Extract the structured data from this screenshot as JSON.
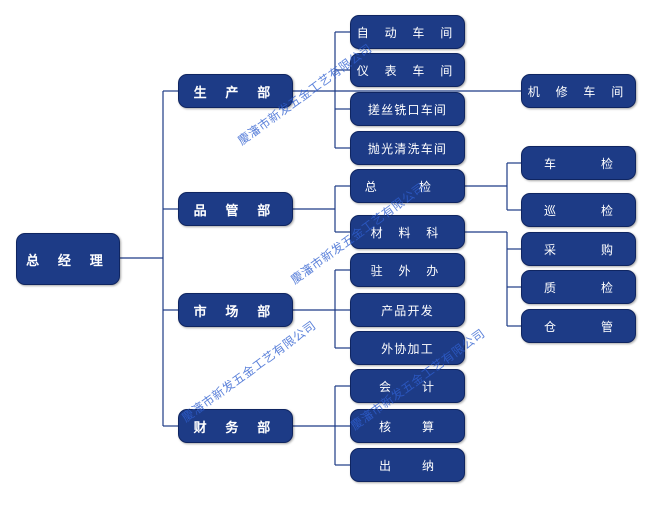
{
  "nodes": {
    "ceo": "总 经 理",
    "production": "生 产 部",
    "quality": "品 管 部",
    "marketing": "市 场 部",
    "finance": "财 务 部",
    "auto_workshop": "自 动 车 间",
    "instrument_workshop": "仪 表 车 间",
    "thread_workshop": "搓丝铣口车间",
    "polish_workshop": "抛光清洗车间",
    "repair_workshop": "机 修 车 间",
    "inspection": "总 检",
    "materials": "材 料 科",
    "turning_check": [
      "车",
      "检"
    ],
    "patrol_check": [
      "巡",
      "检"
    ],
    "purchasing": [
      "采",
      "购"
    ],
    "qc": [
      "质",
      "检"
    ],
    "warehouse": [
      "仓",
      "管"
    ],
    "field_office": "驻 外 办",
    "product_dev": "产品开发",
    "outsourcing": "外协加工",
    "accounting": [
      "会",
      "计"
    ],
    "auditing": [
      "核",
      "算"
    ],
    "cashier": [
      "出",
      "纳"
    ]
  },
  "watermark": "慶瀋市新发五金工艺有限公司",
  "colors": {
    "box": "#1d3b86",
    "line": "#1d3b86",
    "text": "#ffffff",
    "watermark": "#2f5fd0"
  }
}
